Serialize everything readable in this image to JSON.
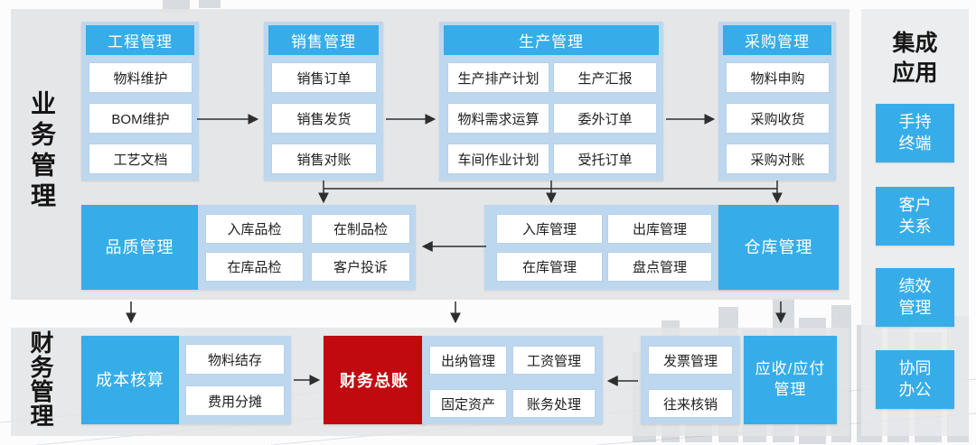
{
  "sections": {
    "business": "业务管理",
    "finance": "财务管理"
  },
  "columns": [
    {
      "header": "工程管理",
      "items": [
        "物料维护",
        "BOM维护",
        "工艺文档"
      ]
    },
    {
      "header": "销售管理",
      "items": [
        "销售订单",
        "销售发货",
        "销售对账"
      ]
    },
    {
      "header": "生产管理",
      "items": [
        "生产排产计划",
        "生产汇报",
        "物料需求运算",
        "委外订单",
        "车间作业计划",
        "受托订单"
      ]
    },
    {
      "header": "采购管理",
      "items": [
        "物料申购",
        "采购收货",
        "采购对账"
      ]
    }
  ],
  "quality": {
    "title": "品质管理",
    "items": [
      "入库品检",
      "在制品检",
      "在库品检",
      "客户投诉"
    ]
  },
  "warehouse": {
    "title": "仓库管理",
    "items": [
      "入库管理",
      "出库管理",
      "在库管理",
      "盘点管理"
    ]
  },
  "finance": {
    "cost": {
      "title": "成本核算",
      "items": [
        "物料结存",
        "费用分摊"
      ]
    },
    "ledger": "财务总账",
    "cashier": {
      "items": [
        "出纳管理",
        "工资管理",
        "固定资产",
        "账务处理"
      ]
    },
    "receivable": {
      "title": "应收/应付\n管理",
      "items": [
        "发票管理",
        "往来核销"
      ]
    }
  },
  "integration": {
    "title": "集成\n应用",
    "apps": [
      "手持\n终端",
      "客户\n关系",
      "绩效\n管理",
      "协同\n办公"
    ]
  },
  "colors": {
    "accent_blue": "#36ade8",
    "light_blue": "#bdd7ef",
    "red": "#c00a10",
    "panel_gray": "#e2e3e5",
    "arrow": "#2e2e2e"
  }
}
